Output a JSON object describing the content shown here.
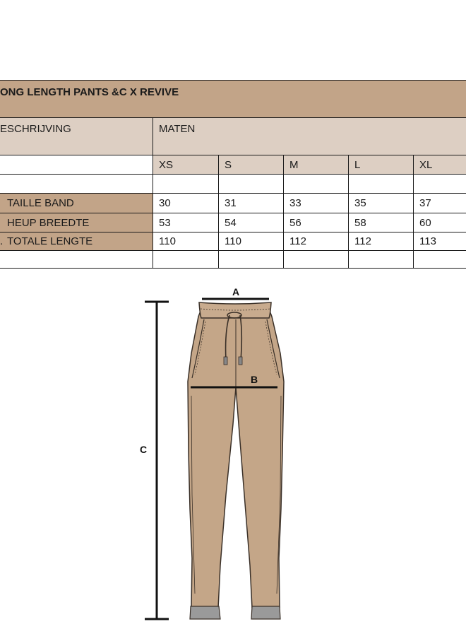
{
  "title": "ONG LENGTH PANTS &C X REVIVE",
  "header": {
    "description_label": "ESCHRIJVING",
    "sizes_label": "MATEN"
  },
  "sizes": [
    "XS",
    "S",
    "M",
    "L",
    "XL"
  ],
  "rows": [
    {
      "label": "TAILLE BAND",
      "values": [
        "30",
        "31",
        "33",
        "35",
        "37"
      ]
    },
    {
      "label": "HEUP BREEDTE",
      "values": [
        "53",
        "54",
        "56",
        "58",
        "60"
      ]
    },
    {
      "label": "TOTALE LENGTE",
      "values": [
        "110",
        "110",
        "112",
        "112",
        "113"
      ]
    }
  ],
  "row_prefix_fragment": ".",
  "diagram": {
    "label_a": "A",
    "label_b": "B",
    "label_c": "C"
  },
  "colors": {
    "tan": "#c2a488",
    "light": "#ddcfc3",
    "garment": "#c4a688",
    "cuff": "#9a9a9a"
  }
}
